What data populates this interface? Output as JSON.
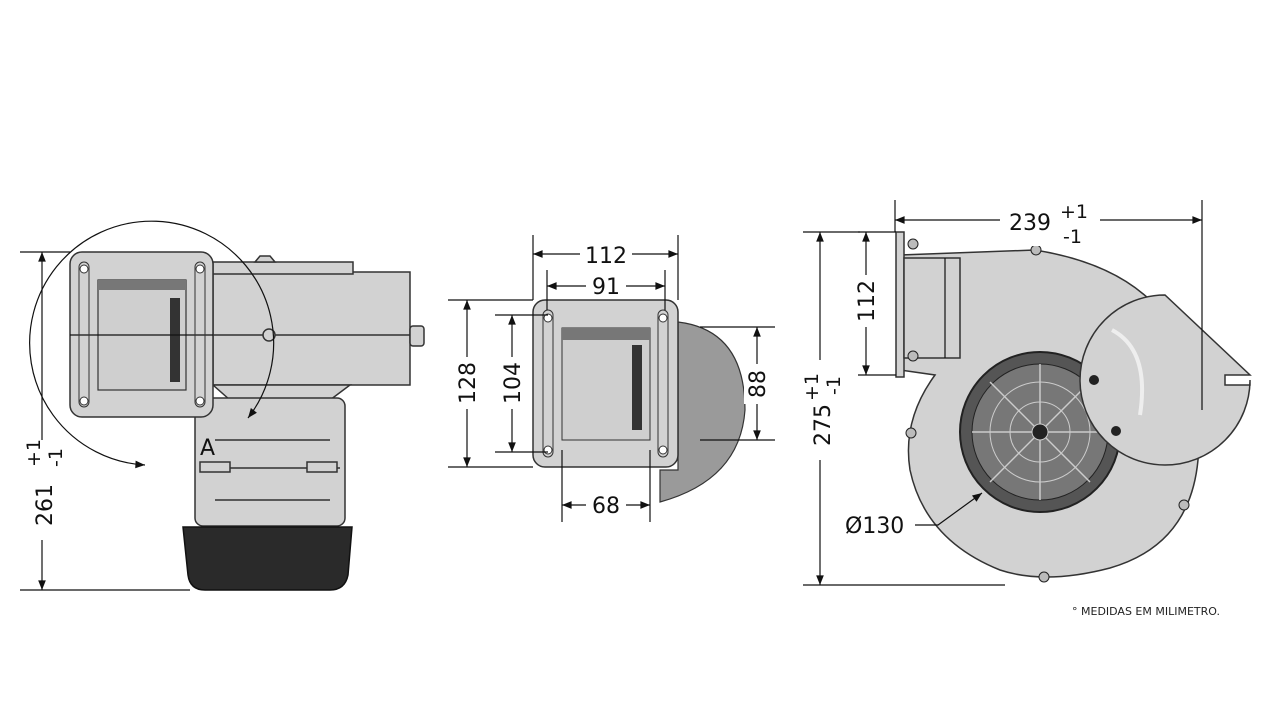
{
  "views": {
    "side_view": {
      "height_dim": "261",
      "tol_plus": "+1",
      "tol_minus": "-1",
      "rotation_label": "A"
    },
    "outlet_view": {
      "flange_width": "112",
      "opening_width": "91",
      "flange_height": "128",
      "opening_height": "104",
      "housing_depth": "88",
      "hole_spacing": "68"
    },
    "front_view": {
      "width_dim": "239",
      "width_tol_plus": "+1",
      "width_tol_minus": "-1",
      "outlet_height": "112",
      "height_dim": "275",
      "height_tol_plus": "+1",
      "height_tol_minus": "-1",
      "inlet_diameter": "Ø130"
    }
  },
  "note": "° MEDIDAS EM MILIMETRO."
}
